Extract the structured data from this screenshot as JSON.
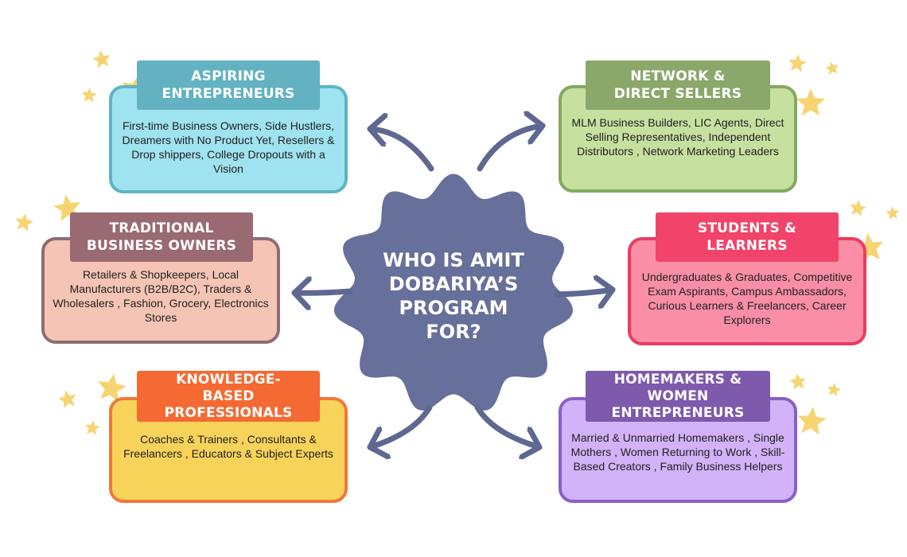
{
  "center": {
    "title": "WHO IS AMIT\nDOBARIYA’S\nPROGRAM\nFOR?"
  },
  "groups": [
    {
      "title": "ASPIRING\nENTREPRENEURS",
      "desc": "First-time Business Owners, Side Hustlers, Dreamers with No Product Yet, Resellers & Drop shippers, College Dropouts with a Vision"
    },
    {
      "title": "NETWORK &\nDIRECT SELLERS",
      "desc": "MLM Business Builders, LIC Agents, Direct Selling Representatives, Independent Distributors , Network Marketing Leaders"
    },
    {
      "title": "TRADITIONAL\nBUSINESS OWNERS",
      "desc": "Retailers & Shopkeepers, Local Manufacturers (B2B/B2C), Traders & Wholesalers , Fashion, Grocery, Electronics Stores"
    },
    {
      "title": "STUDENTS &\nLEARNERS",
      "desc": "Undergraduates & Graduates, Competitive Exam Aspirants, Campus Ambassadors, Curious Learners & Freelancers, Career Explorers"
    },
    {
      "title": "KNOWLEDGE-\nBASED\nPROFESSIONALS",
      "desc": "Coaches & Trainers , Consultants & Freelancers , Educators & Subject Experts"
    },
    {
      "title": "HOMEMAKERS &\nWOMEN\nENTREPRENEURS",
      "desc": "Married & Unmarried Homemakers , Single Mothers , Women Returning to Work , Skill-Based Creators , Family Business Helpers"
    }
  ],
  "colors": {
    "center": "#67709a",
    "arrow": "#5f6890",
    "star": "#f6d472",
    "g1_fill": "#9fe3f0",
    "g1_border": "#5eb4c2",
    "g1_tag": "#63b2c2",
    "g2_fill": "#c6e0a0",
    "g2_border": "#84a862",
    "g2_tag": "#8aa86a",
    "g3_fill": "#f5c4b4",
    "g3_border": "#8c6e74",
    "g3_tag": "#9a6a72",
    "g4_fill": "#f98ea6",
    "g4_border": "#ec3b60",
    "g4_tag": "#f2436a",
    "g5_fill": "#f8d35a",
    "g5_border": "#f07838",
    "g5_tag": "#f46a32",
    "g6_fill": "#d2b2f8",
    "g6_border": "#8a60c4",
    "g6_tag": "#7d5aac"
  }
}
